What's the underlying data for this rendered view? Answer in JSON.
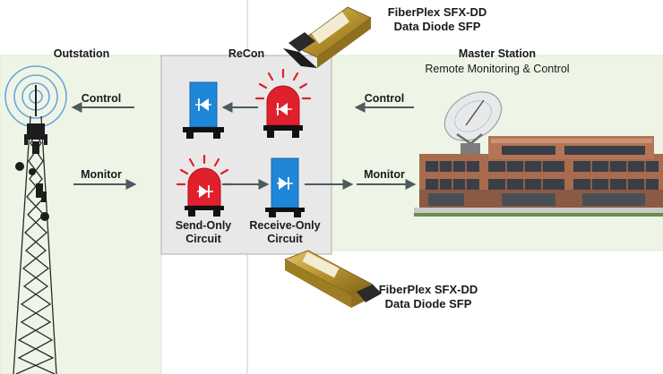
{
  "regions": {
    "outstation": "Outstation",
    "recon": "ReCon",
    "master_station": "Master Station",
    "master_subtitle": "Remote Monitoring & Control"
  },
  "flows": {
    "control_left": "Control",
    "control_right": "Control",
    "monitor_left": "Monitor",
    "monitor_right": "Monitor"
  },
  "circuits": {
    "send_line1": "Send-Only",
    "send_line2": "Circuit",
    "receive_line1": "Receive-Only",
    "receive_line2": "Circuit"
  },
  "sfp_top": {
    "line1": "FiberPlex SFX-DD",
    "line2": "Data Diode SFP"
  },
  "sfp_bottom": {
    "line1": "FiberPlex SFX-DD",
    "line2": "Data Diode SFP"
  },
  "colors": {
    "panel_fill": "#e8e8e8",
    "panel_stroke": "#b9b9b9",
    "outstation_tint": "#eef5e6",
    "master_tint": "#eef5e6",
    "arrow": "#4d5a5f",
    "diode_blue": "#1f86d8",
    "beacon_red": "#e0202c",
    "sfp_gold": "#b4912f"
  },
  "icons": [
    "cell-tower-icon",
    "satellite-dish-icon",
    "office-building-icon",
    "diode-icon",
    "beacon-icon",
    "sfp-module-icon"
  ]
}
